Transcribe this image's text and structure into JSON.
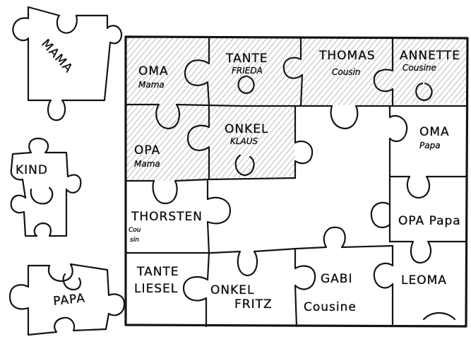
{
  "colors": {
    "ink": "#141414",
    "paper": "#ffffff",
    "hatch": "#7a7a7a"
  },
  "loose_pieces": {
    "mama": "MAMA",
    "kind": "KIND",
    "papa": "PAPA"
  },
  "board": {
    "oma_mama": {
      "line1": "OMA",
      "line2": "Mama"
    },
    "tante_frieda": {
      "line1": "TANTE",
      "line2": "FRIEDA"
    },
    "thomas": {
      "line1": "THOMAS",
      "line2": "Cousin"
    },
    "annette": {
      "line1": "ANNETTE",
      "line2": "Cousine"
    },
    "opa_mama": {
      "line1": "OPA",
      "line2": "Mama"
    },
    "onkel_klaus": {
      "line1": "ONKEL",
      "line2": "KLAUS"
    },
    "oma_papa": {
      "line1": "OMA",
      "line2": "Papa"
    },
    "thorsten": {
      "line1": "THORSTEN",
      "line2a": "Cou",
      "line2b": "sin"
    },
    "opa_papa": "OPA Papa",
    "tante_liesel": {
      "line1": "TANTE",
      "line2": "LIESEL"
    },
    "onkel_fritz": {
      "line1": "ONKEL",
      "line2": "FRITZ"
    },
    "gabi": {
      "line1": "GABI",
      "line2": "Cousine"
    },
    "leoma": "LEOMA"
  }
}
